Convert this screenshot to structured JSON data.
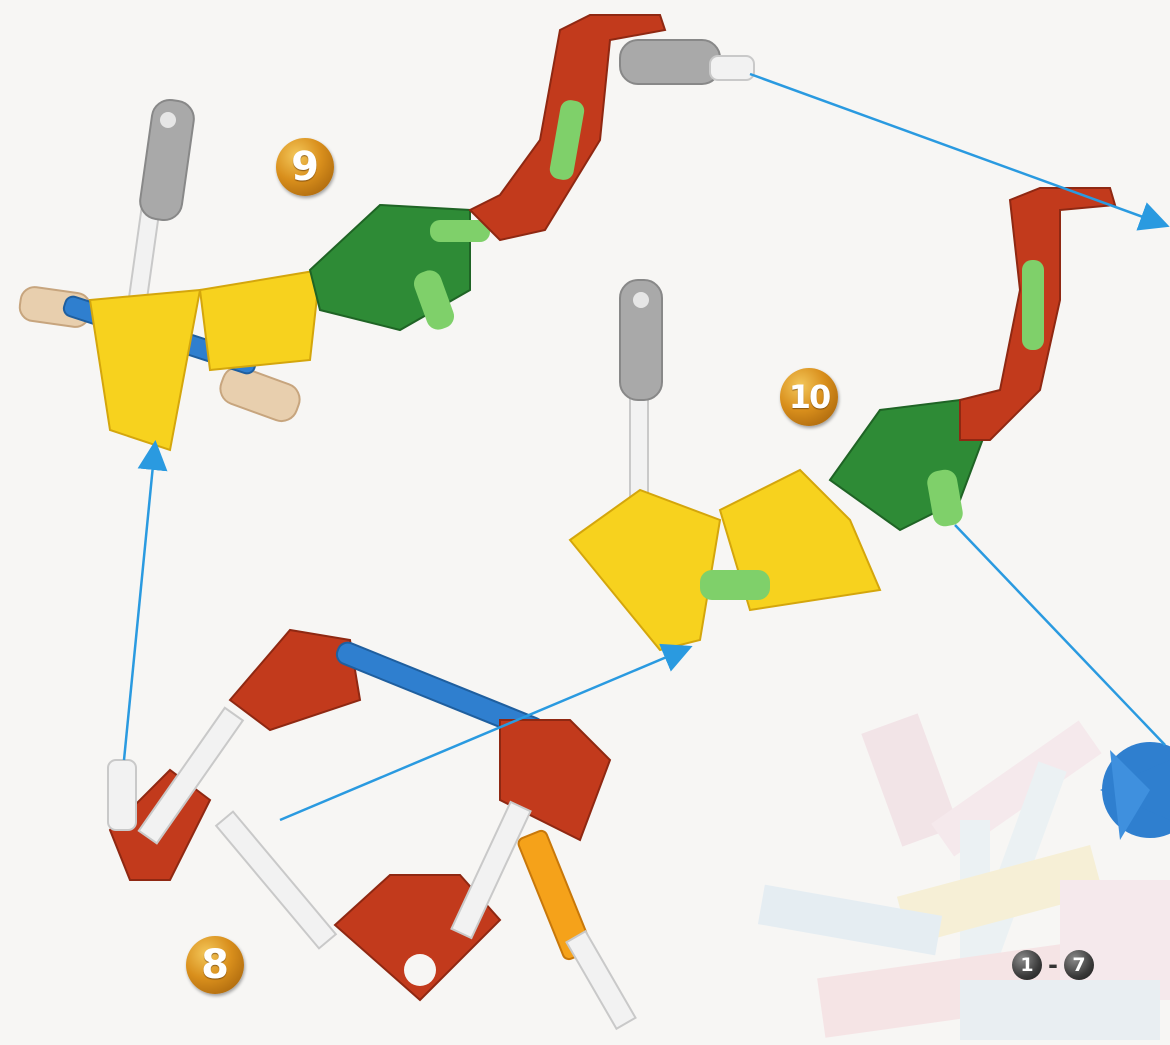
{
  "steps": {
    "step_9": "9",
    "step_10": "10",
    "step_8": "8"
  },
  "prior_steps": {
    "from": "1",
    "separator": "-",
    "to": "7"
  },
  "colors": {
    "red": "#c23a1c",
    "green": "#2e8b36",
    "light_green": "#7fd06a",
    "yellow": "#f7d21e",
    "blue": "#2f7fcf",
    "gray": "#a9a9a9",
    "tan": "#e8cfae",
    "orange": "#f5a21a",
    "white_rod": "#f2f2f2",
    "arrow": "#2a9ae0",
    "step_badge": "#d98f1c"
  }
}
